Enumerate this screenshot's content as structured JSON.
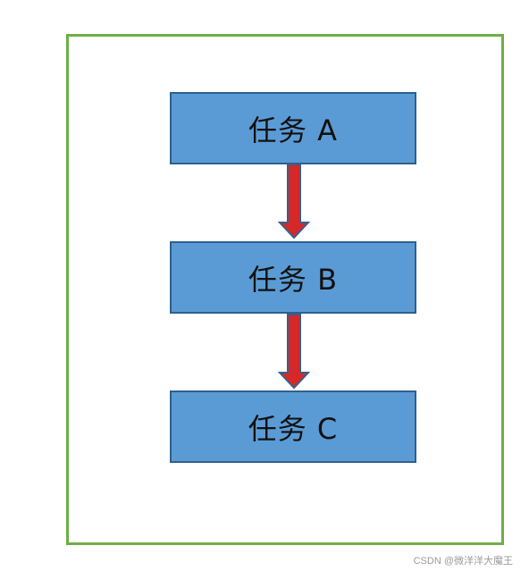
{
  "diagram": {
    "tasks": [
      {
        "label": "任务 A"
      },
      {
        "label": "任务 B"
      },
      {
        "label": "任务 C"
      }
    ],
    "colors": {
      "frame": "#70ad47",
      "box_fill": "#5b9bd5",
      "box_border": "#2e5f8f",
      "arrow_fill": "#d62828",
      "arrow_outline": "#3b5f8a"
    }
  },
  "watermark": "CSDN @微洋洋大魔王"
}
